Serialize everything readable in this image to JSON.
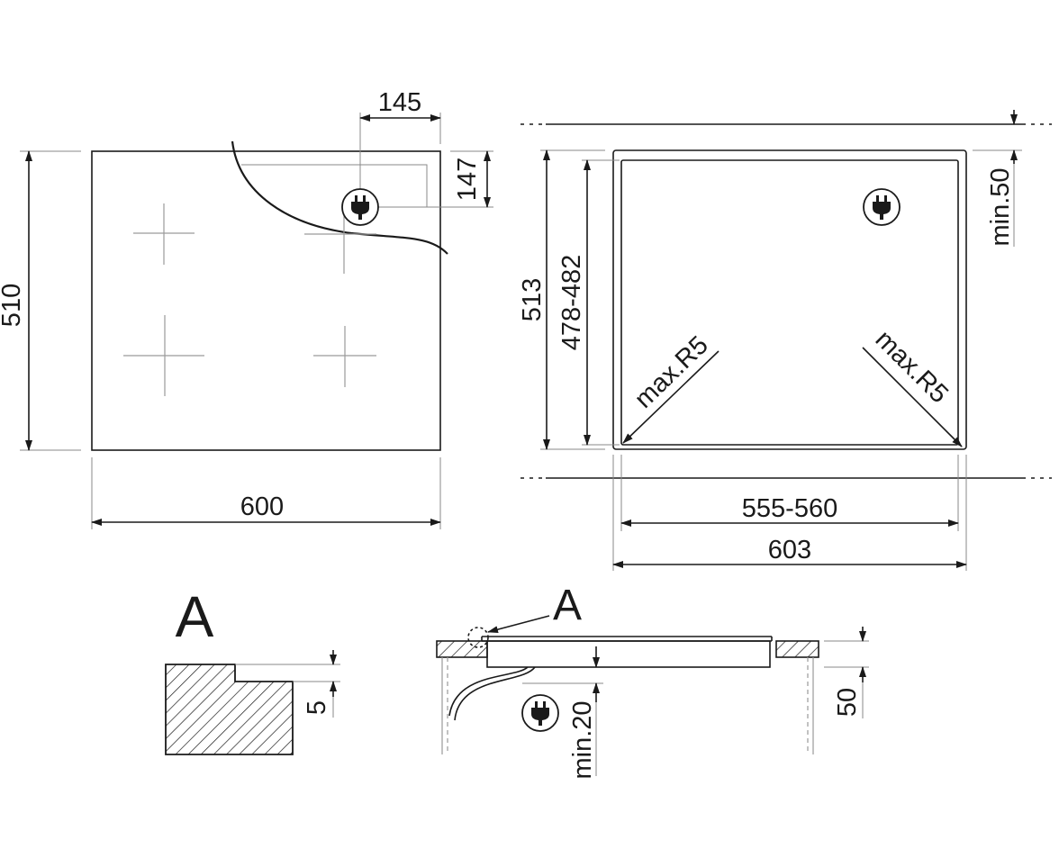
{
  "dimensions": {
    "hob_width": "600",
    "hob_depth": "510",
    "plug_offset_x": "145",
    "plug_offset_y": "147",
    "cutout_depth_outer": "513",
    "cutout_depth_range": "478-482",
    "cutout_width_range": "555-560",
    "cutout_width_outer": "603",
    "radius_left": "max.R5",
    "radius_right": "max.R5",
    "clearance_top": "min.50",
    "detail_step": "5",
    "min_clearance_below": "min.20",
    "worktop_thickness": "50"
  },
  "labels": {
    "detail_title": "A",
    "detail_callout": "A"
  },
  "icons": [
    "plug-icon",
    "plug-icon",
    "plug-icon"
  ],
  "colors": {
    "ink": "#1a1a1a",
    "guide": "#888888",
    "burner": "#9a9a9a"
  }
}
